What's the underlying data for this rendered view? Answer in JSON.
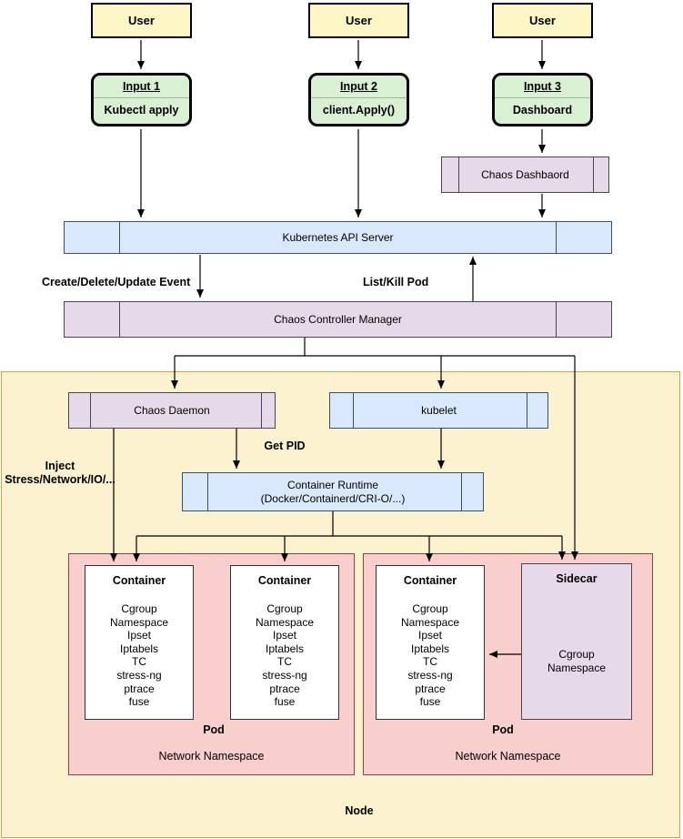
{
  "colors": {
    "user_fill": "#fcf7c5",
    "input_fill": "#daf0d2",
    "purple_fill": "#e6d9ea",
    "blue_fill": "#d9e8fb",
    "pink_fill": "#f9cfcd",
    "node_fill": "#fcf2d0",
    "node_border": "#c9a44a",
    "container_fill": "#ffffff",
    "line_color": "#000000"
  },
  "top": {
    "users": [
      {
        "label": "User"
      },
      {
        "label": "User"
      },
      {
        "label": "User"
      }
    ],
    "inputs": [
      {
        "title": "Input 1",
        "action": "Kubectl apply"
      },
      {
        "title": "Input 2",
        "action": "client.Apply()"
      },
      {
        "title": "Input 3",
        "action": "Dashboard"
      }
    ],
    "chaos_dashboard": {
      "label": "Chaos Dashbaord"
    },
    "api_server": {
      "label": "Kubernetes API Server"
    },
    "controller": {
      "label": "Chaos Controller Manager"
    }
  },
  "edge_labels": {
    "create_delete_update": "Create/Delete/Update Event",
    "list_kill_pod": "List/Kill Pod",
    "get_pid": "Get PID",
    "inject_line1": "Inject",
    "inject_line2": "Stress/Network/IO/..."
  },
  "node": {
    "label": "Node",
    "chaos_daemon": {
      "label": "Chaos Daemon"
    },
    "kubelet": {
      "label": "kubelet"
    },
    "container_runtime": {
      "line1": "Container Runtime",
      "line2": "(Docker/Containerd/CRI-O/...)"
    },
    "container_template": {
      "title": "Container",
      "features": [
        "Cgroup",
        "Namespace",
        "Ipset",
        "Iptabels",
        "TC",
        "stress-ng",
        "ptrace",
        "fuse"
      ]
    },
    "sidecar": {
      "title": "Sidecar",
      "features": [
        "Cgroup",
        "Namespace"
      ]
    },
    "pods": [
      {
        "pod_label": "Pod",
        "namespace_label": "Network Namespace"
      },
      {
        "pod_label": "Pod",
        "namespace_label": "Network Namespace"
      }
    ]
  }
}
